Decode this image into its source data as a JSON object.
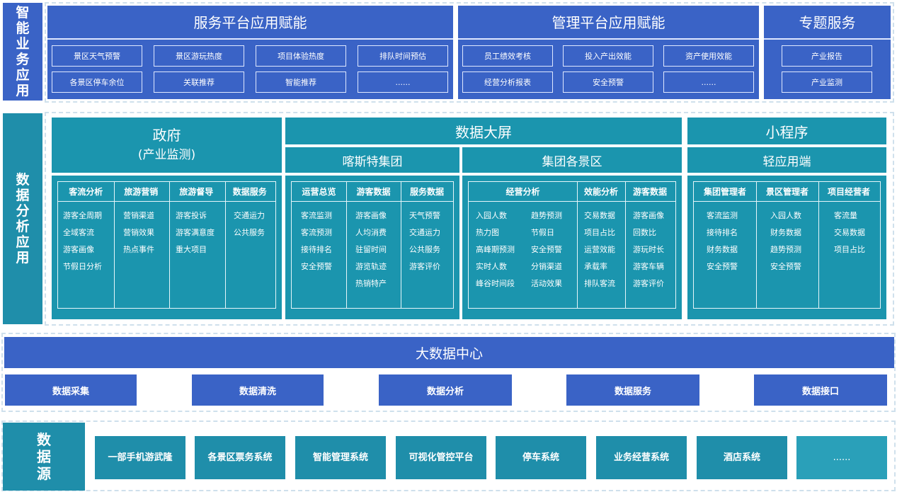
{
  "sections": {
    "smart_apps_label": [
      "智",
      "能",
      "业",
      "务",
      "应",
      "用"
    ],
    "data_analysis_label": [
      "数",
      "据",
      "分",
      "析",
      "应",
      "用"
    ],
    "data_source_label": [
      "数",
      "据",
      "源"
    ]
  },
  "service_platform": {
    "title": "服务平台应用赋能",
    "items": [
      "景区天气预警",
      "景区游玩热度",
      "项目体验热度",
      "排队时间预估",
      "各景区停车余位",
      "关联推荐",
      "智能推荐",
      "......"
    ]
  },
  "management_platform": {
    "title": "管理平台应用赋能",
    "items": [
      "员工绩效考核",
      "投入产出效能",
      "资产使用效能",
      "经营分析报表",
      "安全预警",
      "......"
    ]
  },
  "special_services": {
    "title": "专题服务",
    "items": [
      "产业报告",
      "产业监测"
    ]
  },
  "government": {
    "title": "政府",
    "subtitle": "(产业监测)",
    "columns": [
      {
        "header": "客流分析",
        "items": [
          "游客全周期",
          "全域客流",
          "游客画像",
          "节假日分析"
        ]
      },
      {
        "header": "旅游营销",
        "items": [
          "营销渠道",
          "营销效果",
          "热点事件"
        ]
      },
      {
        "header": "旅游督导",
        "items": [
          "游客投诉",
          "游客满意度",
          "重大项目"
        ]
      },
      {
        "header": "数据服务",
        "items": [
          "交通运力",
          "公共服务"
        ]
      }
    ]
  },
  "big_screen": {
    "title": "数据大屏",
    "kashgar": {
      "title": "喀斯特集团",
      "columns": [
        {
          "header": "运营总览",
          "items": [
            "客流监测",
            "客流预测",
            "接待排名",
            "安全预警"
          ]
        },
        {
          "header": "游客数据",
          "items": [
            "游客画像",
            "人均消费",
            "驻留时间",
            "游览轨迹",
            "热销特产"
          ]
        },
        {
          "header": "服务数据",
          "items": [
            "天气预警",
            "交通运力",
            "公共服务",
            "游客评价"
          ]
        }
      ]
    },
    "scenic": {
      "title": "集团各景区",
      "columns": [
        {
          "header": "经营分析",
          "items_left": [
            "入园人数",
            "热力图",
            "高峰期预测",
            "实时人数",
            "峰谷时间段"
          ],
          "items_right": [
            "趋势预测",
            "节假日",
            "安全预警",
            "分销渠道",
            "活动效果"
          ]
        },
        {
          "header": "效能分析",
          "items": [
            "交易数据",
            "项目占比",
            "运营效能",
            "承载率",
            "排队客流"
          ]
        },
        {
          "header": "游客数据",
          "items": [
            "游客画像",
            "回数比",
            "游玩时长",
            "游客车辆",
            "游客评价"
          ]
        }
      ]
    }
  },
  "mini_program": {
    "title": "小程序",
    "subtitle": "轻应用端",
    "columns": [
      {
        "header": "集团管理者",
        "items": [
          "客流监测",
          "接待排名",
          "财务数据",
          "安全预警"
        ]
      },
      {
        "header": "景区管理者",
        "items": [
          "入园人数",
          "财务数据",
          "趋势预测",
          "安全预警"
        ]
      },
      {
        "header": "项目经营者",
        "items": [
          "客流量",
          "交易数据",
          "项目占比"
        ]
      }
    ]
  },
  "big_data_center": {
    "title": "大数据中心",
    "items": [
      "数据采集",
      "数据清洗",
      "数据分析",
      "数据服务",
      "数据接口"
    ]
  },
  "data_sources": {
    "items": [
      "一部手机游武隆",
      "各景区票务系统",
      "智能管理系统",
      "可视化管控平台",
      "停车系统",
      "业务经营系统",
      "酒店系统",
      "......"
    ]
  }
}
